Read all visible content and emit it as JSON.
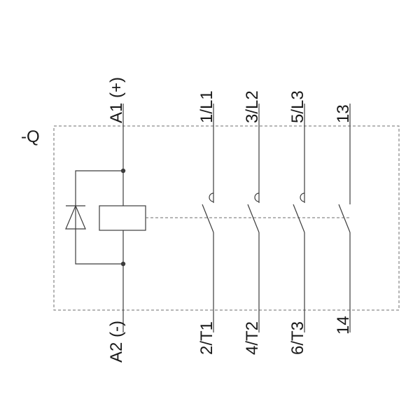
{
  "device_tag": "-Q",
  "terminals": {
    "a1": "A1 (+)",
    "a2": "A2 (-)",
    "l1": "1/L1",
    "l2": "3/L2",
    "l3": "5/L3",
    "aux_top": "13",
    "t1": "2/T1",
    "t2": "4/T2",
    "t3": "6/T3",
    "aux_bottom": "14"
  },
  "colors": {
    "line": "#3c3c3c",
    "dashed": "#6e6e6e",
    "text": "#1a1a1a"
  }
}
